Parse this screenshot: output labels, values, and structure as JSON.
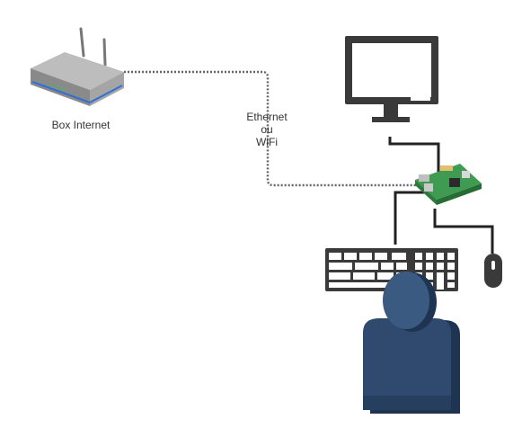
{
  "nodes": {
    "router": {
      "label": "Box Internet",
      "icon": "router-icon"
    },
    "monitor": {
      "icon": "monitor-icon"
    },
    "board": {
      "icon": "raspberry-pi-board-icon"
    },
    "keyboard": {
      "icon": "keyboard-icon"
    },
    "mouse": {
      "icon": "mouse-icon"
    },
    "user": {
      "icon": "user-icon"
    }
  },
  "link": {
    "label_lines": [
      "Ethernet",
      "ou",
      "WiFi"
    ],
    "style": "dotted"
  },
  "colors": {
    "cable": "#222222",
    "dotted_link": "#666666",
    "label": "#333333",
    "board_green": "#3f9a52",
    "user_body": "#2f4a6e",
    "device_dark": "#3a3a3a"
  }
}
